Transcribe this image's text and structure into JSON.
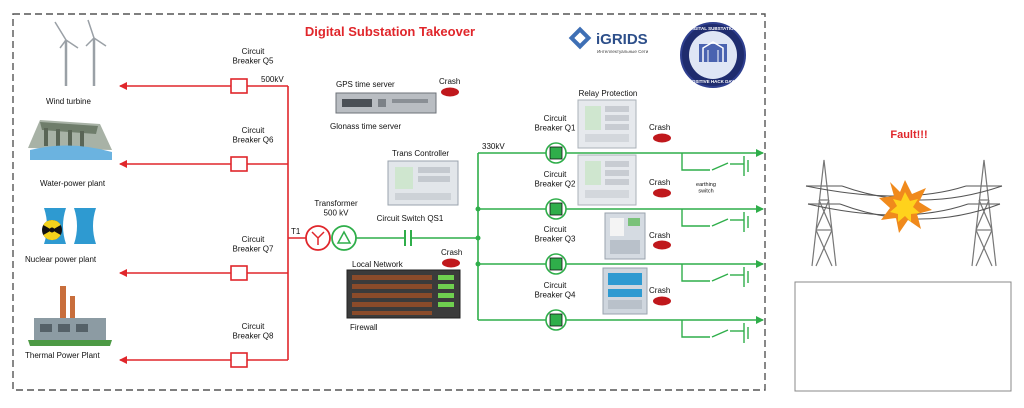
{
  "title": "Digital Substation Takeover",
  "colors": {
    "hv": "#e0262b",
    "mv": "#2fae4a",
    "crash": "#c0181c",
    "frame": "#555555",
    "fault_text": "#e0262b"
  },
  "logos": {
    "igrids": "iGRIDS",
    "igrids_sub": "Интеллектуальные Сети",
    "badge": "Digital Substation Takeover · Positive Hack Days"
  },
  "sources": [
    {
      "name": "Wind turbine",
      "icon": "wind-turbine-icon",
      "breaker": "Circuit\nBreaker Q5"
    },
    {
      "name": "Water-power plant",
      "icon": "dam-icon",
      "breaker": "Circuit\nBreaker Q6"
    },
    {
      "name": "Nuclear power plant",
      "icon": "nuclear-icon",
      "breaker": "Circuit\nBreaker Q7"
    },
    {
      "name": "Thermal Power Plant",
      "icon": "factory-icon",
      "breaker": "Circuit\nBreaker Q8"
    }
  ],
  "hv_voltage": "500kV",
  "t1": "T1",
  "transformer": "Transformer\n500 kV",
  "gps": "GPS time server",
  "glonass": "Glonass time server",
  "crash": "Crash",
  "trans_controller": "Trans Controller",
  "switch_qs1": "Circuit Switch QS1",
  "local_network": "Local Network",
  "firewall": "Firewall",
  "mv_voltage": "330kV",
  "relay_protection": "Relay Protection",
  "feeders": [
    {
      "breaker": "Circuit\nBreaker Q1"
    },
    {
      "breaker": "Circuit\nBreaker Q2"
    },
    {
      "breaker": "Circuit\nBreaker Q3"
    },
    {
      "breaker": "Circuit\nBreaker Q4"
    }
  ],
  "earthing_switch": "earthing\nswitch",
  "fault": "Fault!!!"
}
